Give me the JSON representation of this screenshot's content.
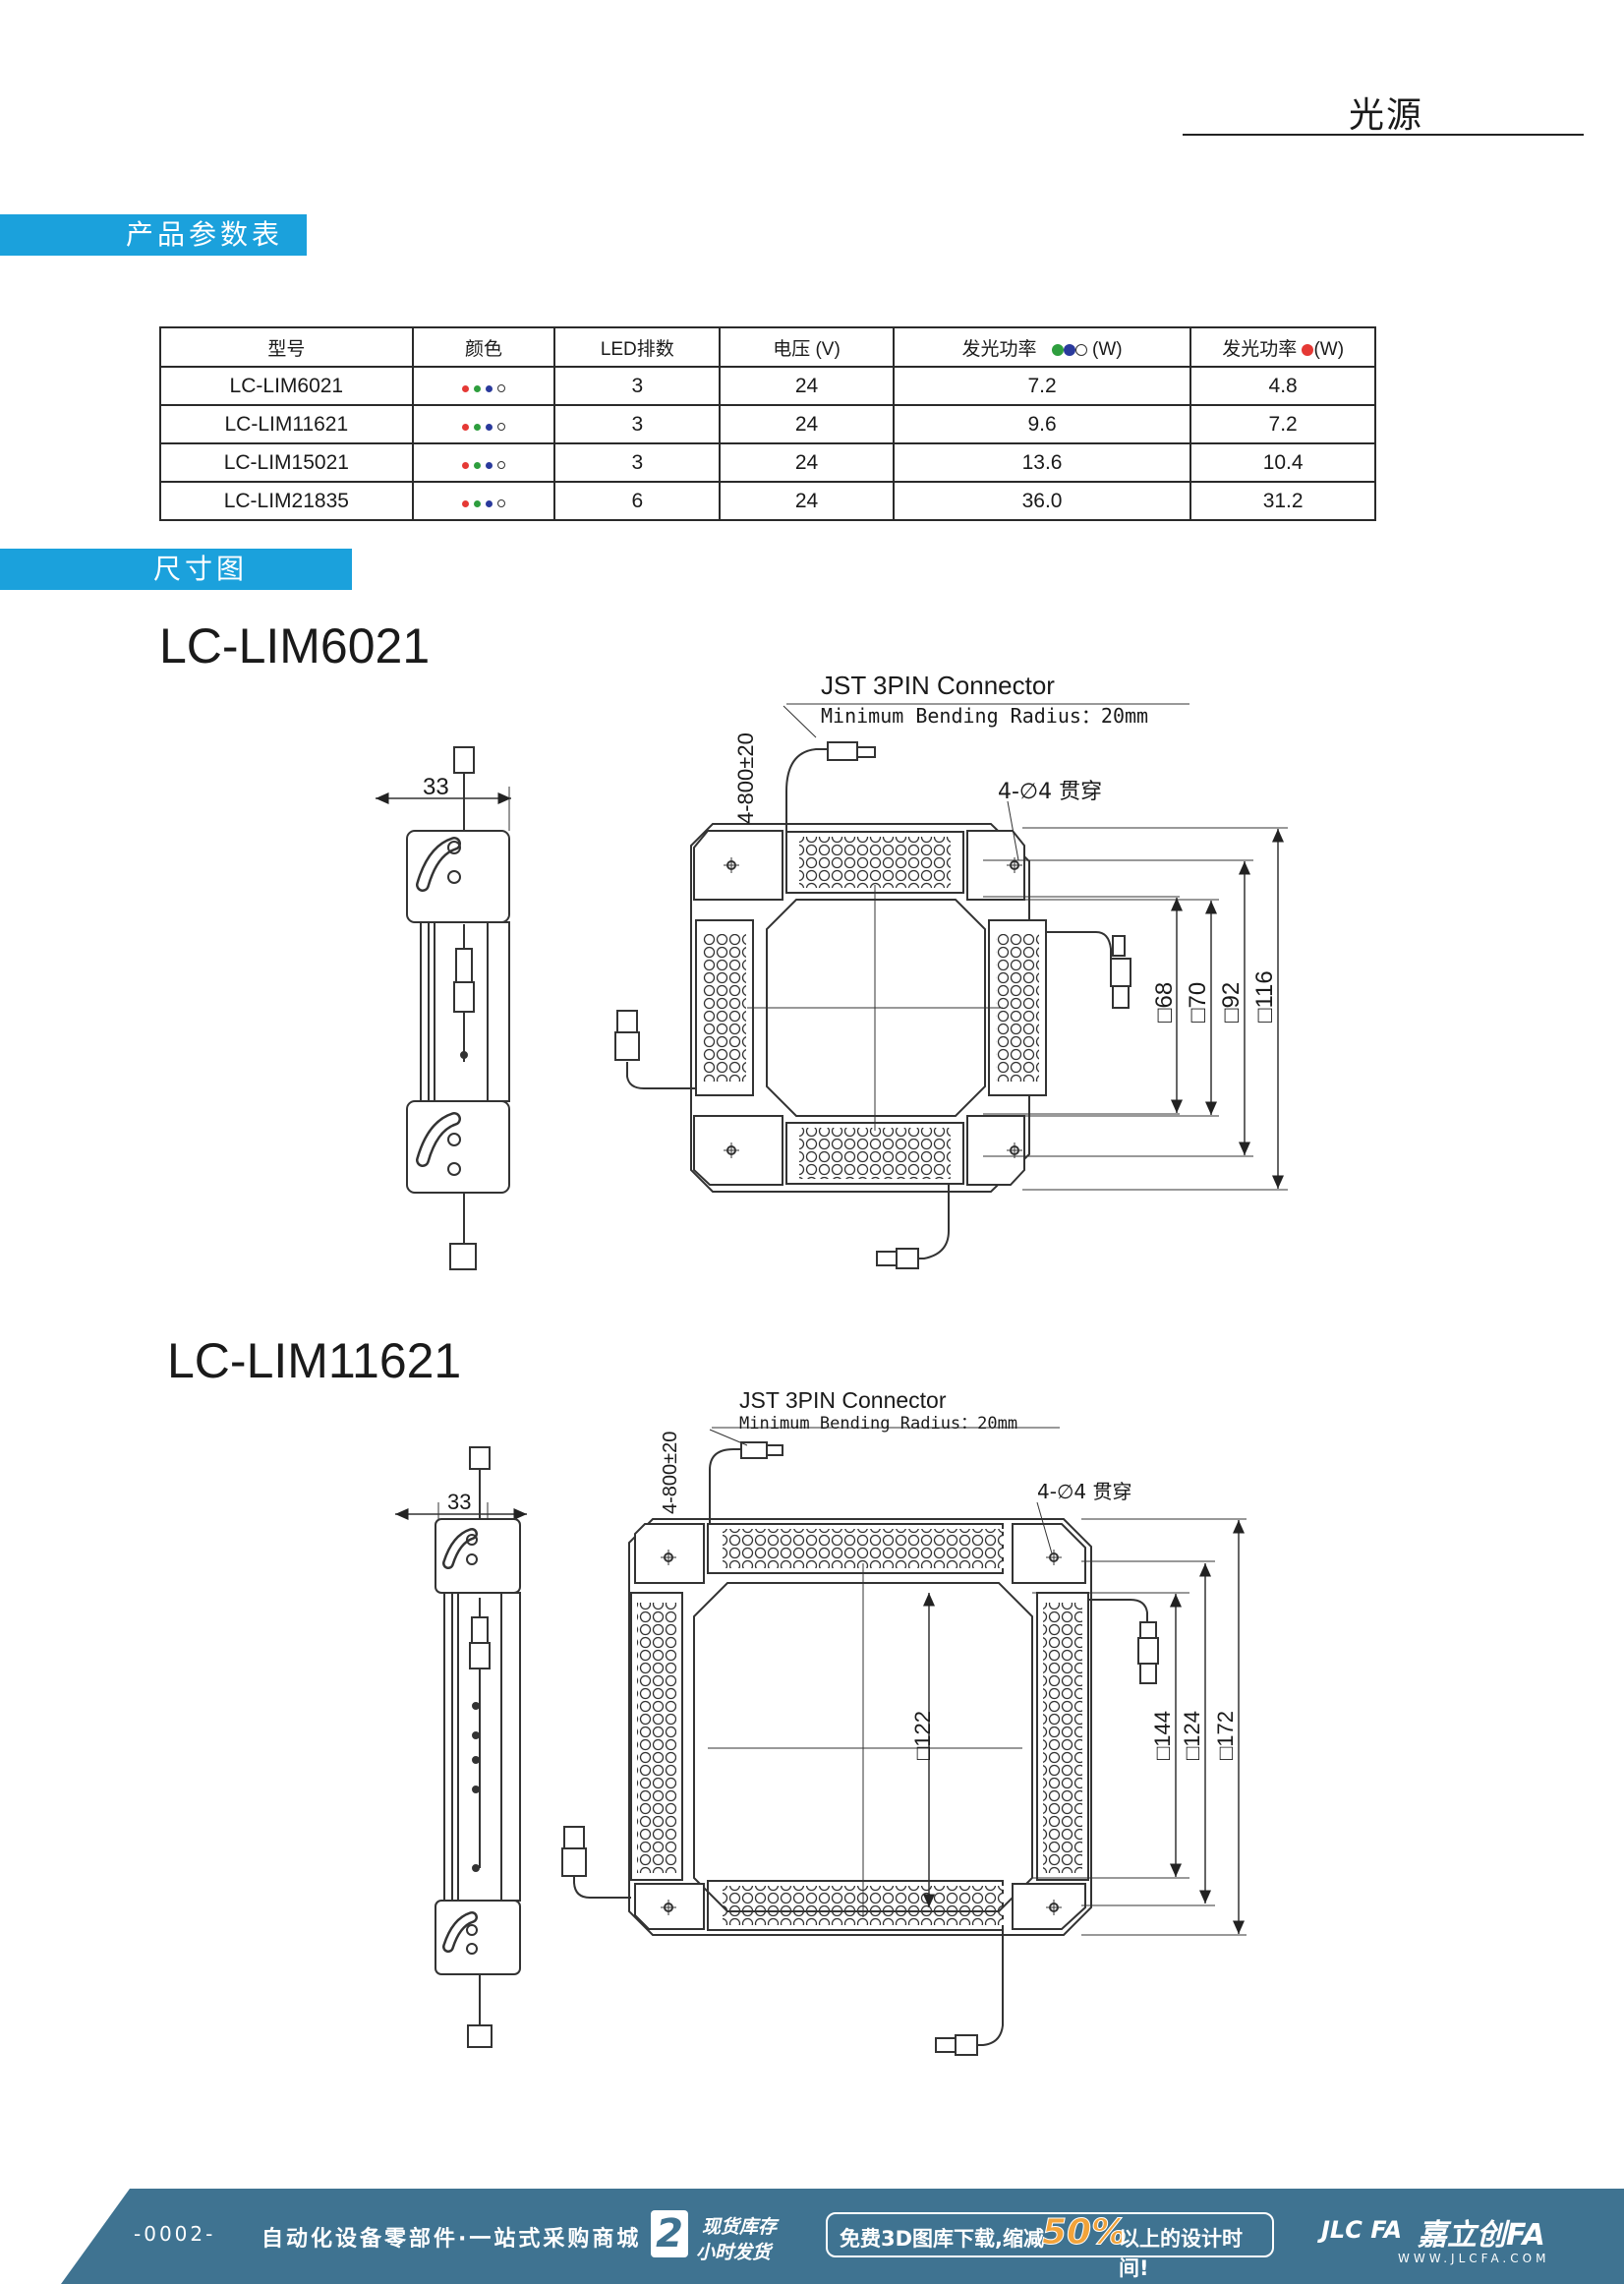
{
  "header": {
    "title": "光源"
  },
  "sections": {
    "spec_title": "产品参数表",
    "dim_title": "尺寸图（mm）"
  },
  "table": {
    "headers": [
      "型号",
      "颜色",
      "LED排数",
      "电压 (V)",
      "发光功率",
      "(W)",
      "发光功率",
      "(W)"
    ],
    "rows": [
      [
        "LC-LIM6021",
        "3",
        "24",
        "7.2",
        "4.8"
      ],
      [
        "LC-LIM11621",
        "3",
        "24",
        "9.6",
        "7.2"
      ],
      [
        "LC-LIM15021",
        "3",
        "24",
        "13.6",
        "10.4"
      ],
      [
        "LC-LIM21835",
        "6",
        "24",
        "36.0",
        "31.2"
      ]
    ],
    "color_dots": [
      "#e53935",
      "#2e9e3e",
      "#2a3a9c",
      "#ffffff"
    ],
    "power1_dots": [
      "#2e9e3e",
      "#2a3a9c",
      "#ffffff"
    ],
    "power2_dots": [
      "#e53935"
    ]
  },
  "diagrams": [
    {
      "model": "LC-LIM6021",
      "connector": "JST 3PIN Connector",
      "bend": "Minimum Bending Radius：20mm",
      "cable": "4-800±20",
      "holes": "4-∅4 贯穿",
      "side_width": "33",
      "dims": [
        "□68",
        "□70",
        "□92",
        "□116"
      ]
    },
    {
      "model": "LC-LIM11621",
      "connector": "JST 3PIN Connector",
      "bend": "Minimum Bending Radius：20mm",
      "cable": "4-800±20",
      "holes": "4-∅4 贯穿",
      "side_width": "33",
      "inner": "□122",
      "dims": [
        "□144",
        "□124",
        "□172"
      ]
    }
  ],
  "footer": {
    "page": "-0002-",
    "slogan": "自动化设备零部件·一站式采购商城",
    "badge_num": "2",
    "stock1": "现货库存",
    "stock2": "小时发货",
    "promo_pre": "免费3D图库下载,缩减",
    "promo_pct": "50%",
    "promo_post": "以上的设计时间!",
    "brand_logo": "JLC FA",
    "brand_name": "嘉立创FA",
    "url": "WWW.JLCFA.COM"
  },
  "colors": {
    "accent": "#1ba1dc",
    "footer": "#3f7391"
  }
}
